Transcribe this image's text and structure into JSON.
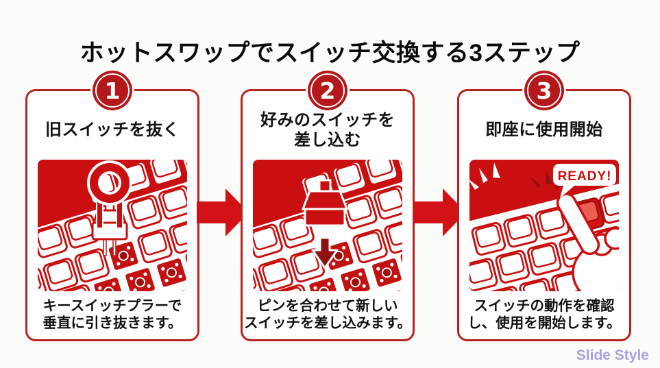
{
  "title": "ホットスワップでスイッチ交換する3ステップ",
  "watermark": "Slide Style",
  "colors": {
    "illustration_red": "#c90f0f",
    "arrow_red": "#d21216",
    "card_border_red": "#b6231f",
    "badge_red": "#b5181b",
    "socket_red": "#c31111",
    "dark_accent_red": "#8f1111",
    "watermark_purple": "#a9a2e3"
  },
  "steps": [
    {
      "number": "1",
      "title": "旧スイッチを抜く",
      "caption": "キースイッチプラーで\n垂直に引き抜きます。",
      "illustration": "keyswitch-puller-removing-old-switch"
    },
    {
      "number": "2",
      "title": "好みのスイッチを\n差し込む",
      "caption": "ピンを合わせて新しい\nスイッチを差し込みます。",
      "illustration": "new-switch-inserted-with-down-arrow"
    },
    {
      "number": "3",
      "title": "即座に使用開始",
      "caption": "スイッチの動作を確認\nし、使用を開始します。",
      "illustration": "finger-pressing-key",
      "ready_label": "READY!"
    }
  ]
}
